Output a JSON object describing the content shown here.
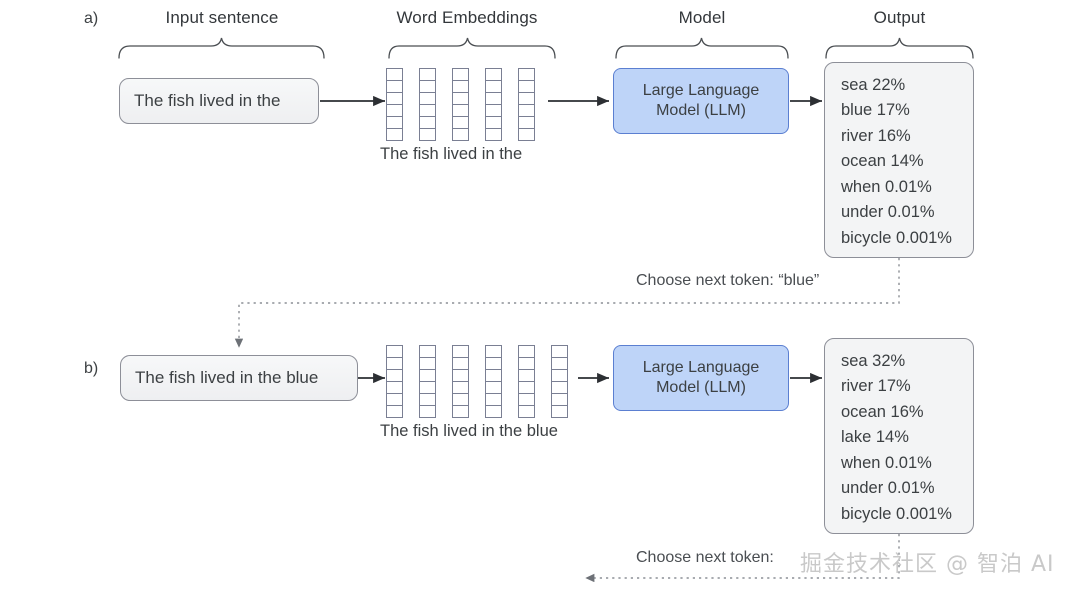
{
  "figure": {
    "background": "#ffffff",
    "accent_model_fill": "#bed4f8",
    "accent_model_stroke": "#5b7fd1",
    "box_fill": "#f2f3f4",
    "box_stroke": "#8d8f98",
    "text_color": "#3c4043"
  },
  "column_titles": {
    "input": "Input sentence",
    "embeddings": "Word Embeddings",
    "model": "Model",
    "output": "Output"
  },
  "rows": {
    "a": {
      "letter": "a)",
      "sentence": "The fish lived in the",
      "embedding_tokens": [
        "The",
        "fish",
        "lived",
        "in",
        "the"
      ],
      "embedding_words_label": "The fish lived in  the",
      "embedding_columns": 5,
      "embedding_cells_per_column": 6,
      "model_label_line1": "Large Language",
      "model_label_line2": "Model (LLM)",
      "output_tokens": [
        "sea 22%",
        "blue 17%",
        "river 16%",
        "ocean 14%",
        "when 0.01%",
        "under 0.01%",
        "bicycle 0.001%"
      ],
      "choose_label": "Choose next token: “blue”"
    },
    "b": {
      "letter": "b)",
      "sentence": "The fish lived in the blue",
      "embedding_tokens": [
        "The",
        "fish",
        "lived",
        "in",
        "the",
        "blue"
      ],
      "embedding_words_label": "The fish lived in  the  blue",
      "embedding_columns": 6,
      "embedding_cells_per_column": 6,
      "model_label_line1": "Large Language",
      "model_label_line2": "Model (LLM)",
      "output_tokens": [
        "sea 32%",
        "river 17%",
        "ocean 16%",
        "lake 14%",
        "when 0.01%",
        "under 0.01%",
        "bicycle 0.001%"
      ],
      "choose_label": "Choose next token:"
    }
  },
  "watermark": {
    "text": "掘金技术社区 @ 智泊 AI"
  }
}
